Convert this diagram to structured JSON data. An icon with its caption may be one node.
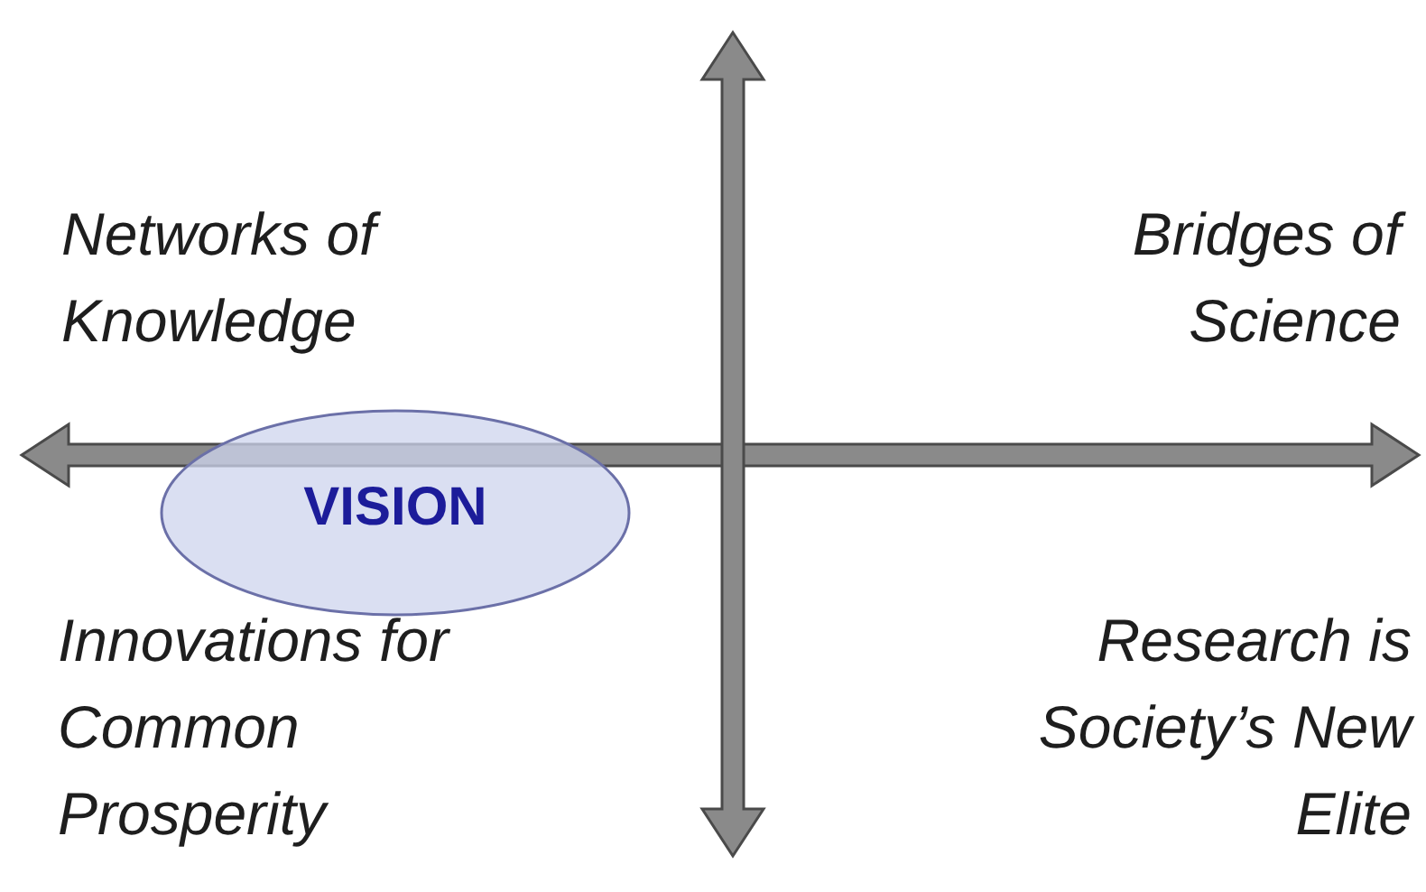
{
  "diagram": {
    "nodes": [
      {
        "text": [
          "VISION"
        ]
      }
    ],
    "labels": [
      "Networks of Knowledge",
      "Bridges of Science",
      "Innovations for Common Prosperity",
      "Research is Society’s New Elite"
    ]
  }
}
